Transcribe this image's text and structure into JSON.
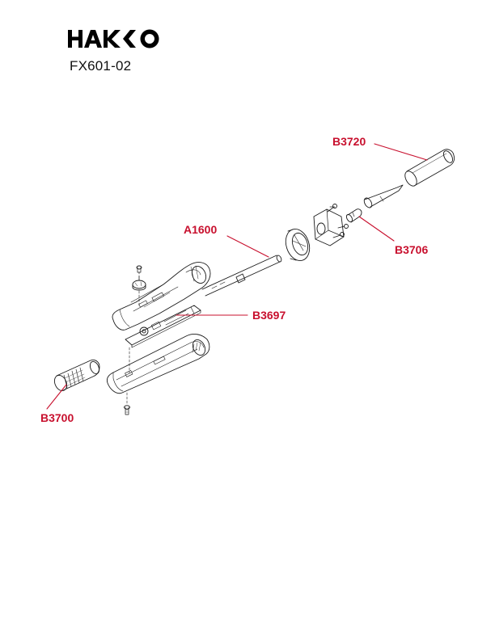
{
  "brand": {
    "name": "HAKKO",
    "color": "#000000"
  },
  "model": "FX601-02",
  "label_color": "#c8102e",
  "part_labels": [
    {
      "id": "b3720",
      "text": "B3720"
    },
    {
      "id": "a1600",
      "text": "A1600"
    },
    {
      "id": "b3706",
      "text": "B3706"
    },
    {
      "id": "b3697",
      "text": "B3697"
    },
    {
      "id": "b3700",
      "text": "B3700"
    }
  ]
}
